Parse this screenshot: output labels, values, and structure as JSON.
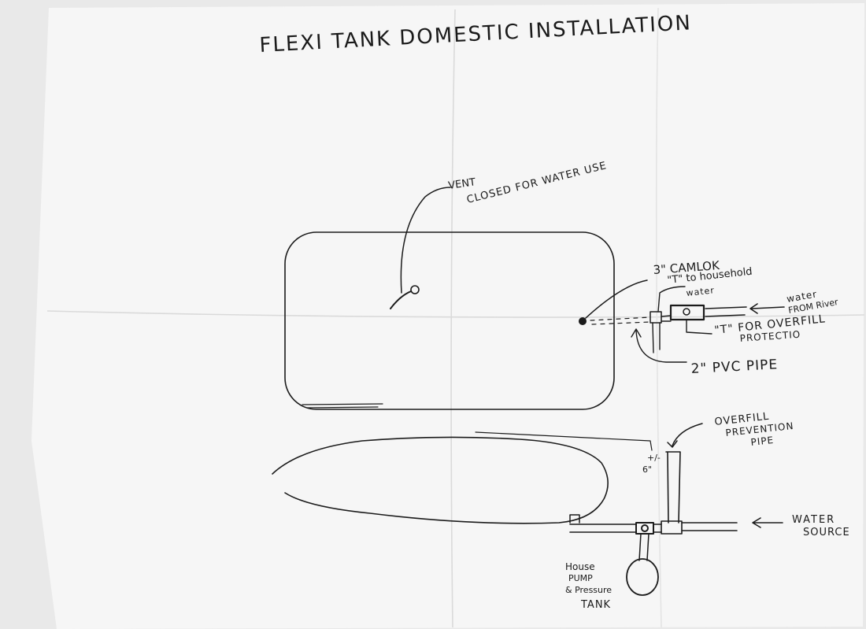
{
  "page": {
    "title": "FLEXI TANK     DOMESTIC     INSTALLATION"
  },
  "top_view": {
    "vent_label_1": "VENT",
    "vent_label_2": "CLOSED FOR WATER USE",
    "camlok_label": "3\"  CAMLOK",
    "tee_household_1": "\"T\" to household",
    "tee_household_2": "water",
    "from_river_1": "water",
    "from_river_2": "FROM River",
    "tee_overfill_1": "\"T\" FOR OVERFILL",
    "tee_overfill_2": "PROTECTIO",
    "pvc_label": "2\" PVC   PIPE"
  },
  "side_view": {
    "overfill_label_1": "OVERFILL",
    "overfill_label_2": "PREVENTION",
    "overfill_label_3": "PIPE",
    "gap_label_1": "+/-",
    "gap_label_2": "6\"",
    "water_source_1": "WATER",
    "water_source_2": "SOURCE",
    "pump_1": "House",
    "pump_2": "PUMP",
    "pump_3": "& Pressure",
    "pump_4": "TANK"
  },
  "colors": {
    "paper": "#f5f5f5",
    "ink": "#1b1b1b",
    "crease": "#d4d4d4"
  }
}
